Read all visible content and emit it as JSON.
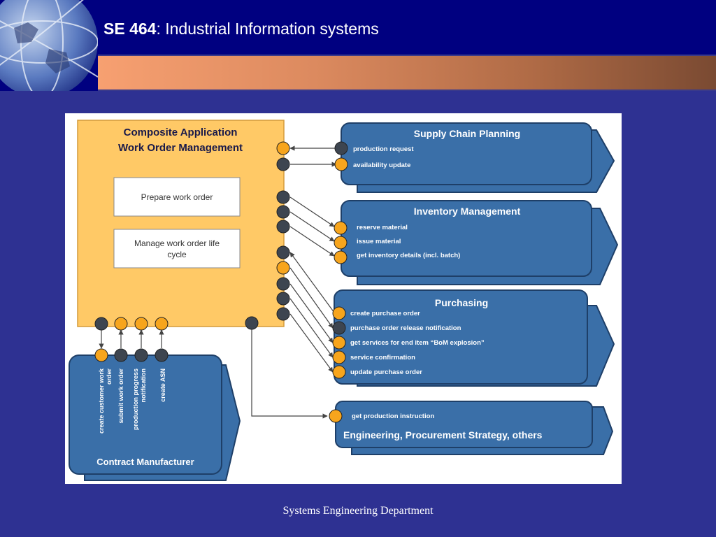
{
  "header": {
    "course_code": "SE 464",
    "course_title": ": Industrial Information systems"
  },
  "footer": {
    "text": "Systems Engineering Department"
  },
  "colors": {
    "background": "#2e3192",
    "header": "#000080",
    "composite_fill": "#ffc966",
    "system_fill": "#3a6fa8",
    "port_orange": "#f7a51d",
    "port_dark": "#3d4550"
  },
  "diagram": {
    "composite": {
      "title_line1": "Composite Application",
      "title_line2": "Work Order Management",
      "box1": "Prepare work order",
      "box2_line1": "Manage work order life",
      "box2_line2": "cycle"
    },
    "supply_chain": {
      "title": "Supply Chain Planning",
      "items": [
        "production request",
        "availability update"
      ]
    },
    "inventory": {
      "title": "Inventory Management",
      "items": [
        "reserve material",
        "issue material",
        "get inventory details (incl. batch)"
      ]
    },
    "purchasing": {
      "title": "Purchasing",
      "items": [
        "create purchase order",
        "purchase order release notification",
        "get services for end item “BoM explosion”",
        "service confirmation",
        "update purchase order"
      ]
    },
    "engineering": {
      "item": "get production instruction",
      "title": "Engineering, Procurement Strategy, others"
    },
    "contract": {
      "title": "Contract Manufacturer",
      "labels": [
        [
          "create customer work",
          "order"
        ],
        [
          "submit work order"
        ],
        [
          "production progress",
          "notification"
        ],
        [
          "create ASN"
        ]
      ]
    }
  }
}
